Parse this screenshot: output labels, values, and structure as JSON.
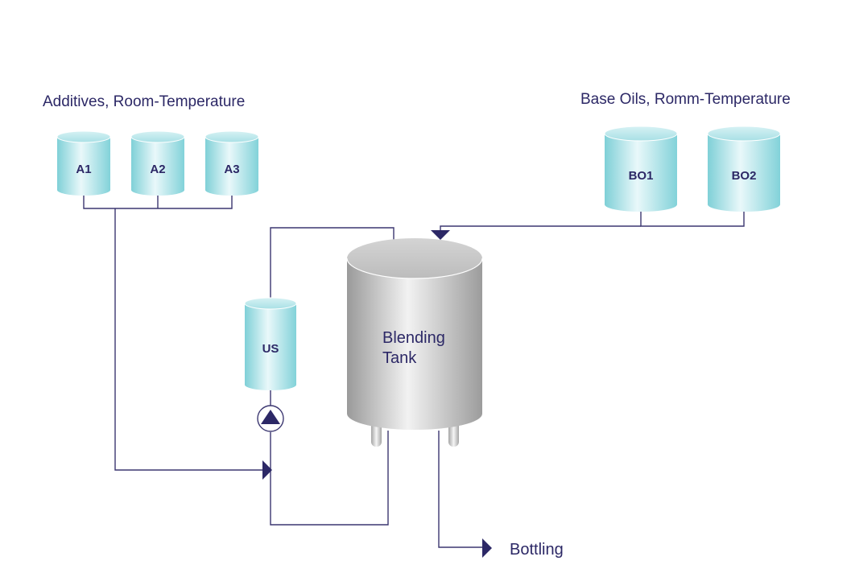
{
  "groups": {
    "additives": "Additives, Room-Temperature",
    "base_oils": "Base Oils, Romm-Temperature"
  },
  "tanks": {
    "a1": "A1",
    "a2": "A2",
    "a3": "A3",
    "bo1": "BO1",
    "bo2": "BO2",
    "us": "US"
  },
  "blending_tank": {
    "line1": "Blending",
    "line2": "Tank"
  },
  "outputs": {
    "bottling": "Bottling"
  },
  "colors": {
    "pipe": "#3b3670",
    "text": "#2c2866",
    "small_tank": "#c9ecef",
    "blending_tank": "#c8c8c8"
  }
}
